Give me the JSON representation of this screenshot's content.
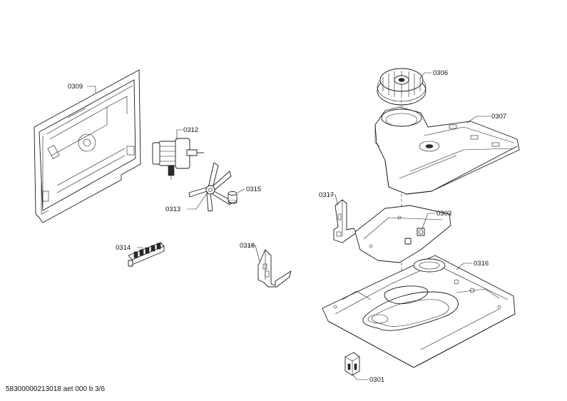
{
  "labels": {
    "p0301": "0301",
    "p0303": "0303",
    "p0306": "0306",
    "p0307": "0307",
    "p0309": "0309",
    "p0312": "0312",
    "p0313": "0313",
    "p0314": "0314",
    "p0315": "0315",
    "p0316": "0316",
    "p0317": "0317",
    "p0318": "0318"
  },
  "footer": {
    "code": "58300000213018 aet 000 b 3/6"
  }
}
